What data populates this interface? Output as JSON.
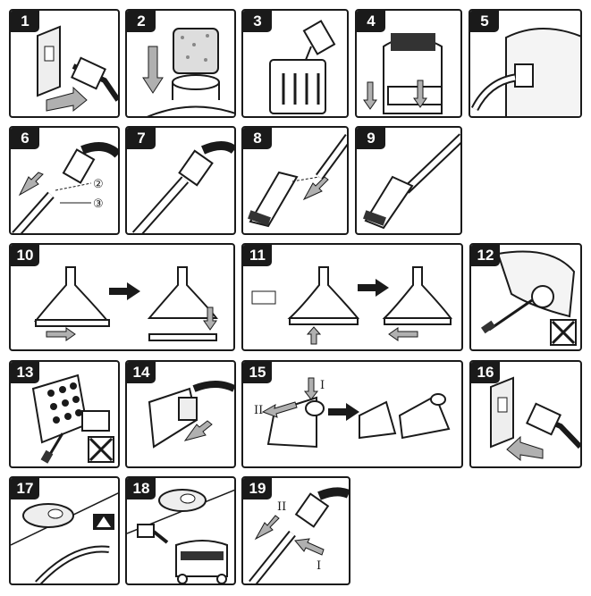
{
  "steps": [
    {
      "number": "1"
    },
    {
      "number": "2"
    },
    {
      "number": "3"
    },
    {
      "number": "4"
    },
    {
      "number": "5"
    },
    {
      "number": "6",
      "callouts": [
        "②",
        "③"
      ]
    },
    {
      "number": "7"
    },
    {
      "number": "8"
    },
    {
      "number": "9"
    },
    {
      "number": "10"
    },
    {
      "number": "11"
    },
    {
      "number": "12"
    },
    {
      "number": "13"
    },
    {
      "number": "14"
    },
    {
      "number": "15",
      "callouts": [
        "I",
        "II"
      ]
    },
    {
      "number": "16"
    },
    {
      "number": "17"
    },
    {
      "number": "18"
    },
    {
      "number": "19",
      "callouts": [
        "II",
        "I"
      ]
    }
  ],
  "icons": {
    "forbidden": "x-mark-icon",
    "direction": "arrow-icon"
  },
  "colors": {
    "line": "#1a1a1a",
    "arrow_fill": "#b0b0b0",
    "badge": "#1a1a1a"
  }
}
